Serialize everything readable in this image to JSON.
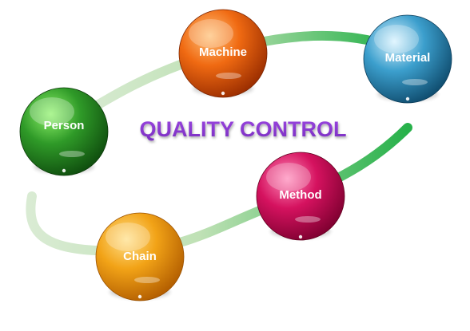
{
  "diagram": {
    "title": "QUALITY CONTROL",
    "title_color": "#7a2fc0",
    "path_color_light": "#d9ebd3",
    "path_color_dark": "#27b14a",
    "nodes": [
      {
        "label": "Person",
        "color": "#2f9a28",
        "light": "#8ef26a",
        "dark": "#0f4d0e"
      },
      {
        "label": "Machine",
        "color": "#f06a12",
        "light": "#ffc27a",
        "dark": "#9a2d00"
      },
      {
        "label": "Material",
        "color": "#3c9fcd",
        "light": "#d8f3ff",
        "dark": "#0f4c6e"
      },
      {
        "label": "Method",
        "color": "#d5125f",
        "light": "#ff8dbb",
        "dark": "#7e0030"
      },
      {
        "label": "Chain",
        "color": "#f2a317",
        "light": "#ffe08b",
        "dark": "#b25d00"
      }
    ]
  }
}
